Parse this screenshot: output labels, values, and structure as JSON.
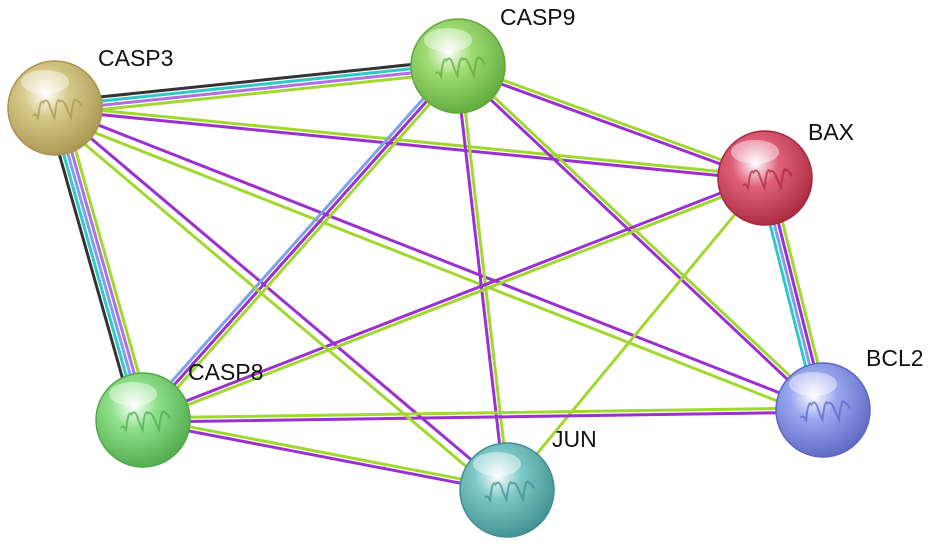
{
  "nodes": [
    {
      "id": "CASP3",
      "label": "CASP3",
      "color": "#d8c98a",
      "shade": "#a89450"
    },
    {
      "id": "CASP9",
      "label": "CASP9",
      "color": "#9fdc74",
      "shade": "#5fa83a"
    },
    {
      "id": "BAX",
      "label": "BAX",
      "color": "#e0607a",
      "shade": "#a8283e"
    },
    {
      "id": "BCL2",
      "label": "BCL2",
      "color": "#9aa8f0",
      "shade": "#5a66c0"
    },
    {
      "id": "JUN",
      "label": "JUN",
      "color": "#7fc8c8",
      "shade": "#3f8f90"
    },
    {
      "id": "CASP8",
      "label": "CASP8",
      "color": "#8fe08a",
      "shade": "#4fa84a"
    }
  ],
  "edges": [
    {
      "source": "CASP3",
      "target": "CASP9",
      "evidence": [
        "#333333",
        "#30c8c8",
        "#b070e0",
        "#a0d830"
      ]
    },
    {
      "source": "CASP3",
      "target": "CASP8",
      "evidence": [
        "#a0d830",
        "#b070e0",
        "#7fa0f0",
        "#30c8c8",
        "#333333"
      ]
    },
    {
      "source": "CASP3",
      "target": "BAX",
      "evidence": [
        "#a0d830",
        "#9b2fd0"
      ]
    },
    {
      "source": "CASP3",
      "target": "BCL2",
      "evidence": [
        "#9b2fd0"
      ]
    },
    {
      "source": "CASP3",
      "target": "JUN",
      "evidence": [
        "#9b2fd0"
      ]
    },
    {
      "source": "CASP3",
      "target": "BCL2",
      "evidence": [
        "#a0d830"
      ]
    },
    {
      "source": "CASP9",
      "target": "BAX",
      "evidence": [
        "#a0d830",
        "#9b2fd0"
      ]
    },
    {
      "source": "CASP9",
      "target": "CASP8",
      "evidence": [
        "#a0d830",
        "#9b2fd0",
        "#7fa0f0"
      ]
    },
    {
      "source": "CASP9",
      "target": "JUN",
      "evidence": [
        "#a0d830",
        "#9b2fd0"
      ]
    },
    {
      "source": "CASP9",
      "target": "BCL2",
      "evidence": [
        "#a0d830",
        "#9b2fd0"
      ]
    },
    {
      "source": "BAX",
      "target": "BCL2",
      "evidence": [
        "#a0d830",
        "#9b2fd0",
        "#7fa0f0",
        "#30c8c8"
      ]
    },
    {
      "source": "BAX",
      "target": "CASP8",
      "evidence": [
        "#a0d830",
        "#9b2fd0"
      ]
    },
    {
      "source": "BAX",
      "target": "JUN",
      "evidence": [
        "#a0d830"
      ]
    },
    {
      "source": "CASP8",
      "target": "BCL2",
      "evidence": [
        "#a0d830",
        "#9b2fd0"
      ]
    },
    {
      "source": "CASP8",
      "target": "JUN",
      "evidence": [
        "#a0d830",
        "#9b2fd0"
      ]
    },
    {
      "source": "CASP3",
      "target": "JUN",
      "evidence": [
        "#a0d830"
      ]
    }
  ]
}
